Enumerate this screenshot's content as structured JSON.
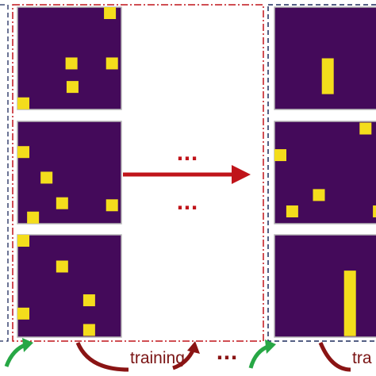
{
  "labels": {
    "training_1": "training",
    "training_2": "tra",
    "ellipsis_top": "···",
    "ellipsis_bottom": "···",
    "ellipsis_between": "···"
  },
  "colors": {
    "grid_background": "#440a5a",
    "cell": "#f4dd1c",
    "arrow_red": "#c0141a",
    "arrow_green": "#27a745",
    "arrow_maroon": "#8a1414",
    "box_red_dashed": "#c0141a",
    "box_navy_dashed": "#1c2a5c"
  },
  "icons": [
    "right-arrow-icon",
    "curved-arrow-icon"
  ],
  "panels_left": [
    {
      "cells": [
        [
          0.89,
          0.05
        ],
        [
          0.52,
          0.55
        ],
        [
          0.91,
          0.55
        ],
        [
          0.53,
          0.78
        ],
        [
          0.05,
          0.94
        ]
      ]
    },
    {
      "cells": [
        [
          0.05,
          0.3
        ],
        [
          0.28,
          0.55
        ],
        [
          0.43,
          0.8
        ],
        [
          0.91,
          0.82
        ],
        [
          0.15,
          0.94
        ]
      ]
    },
    {
      "cells": [
        [
          0.05,
          0.05
        ],
        [
          0.43,
          0.31
        ],
        [
          0.69,
          0.64
        ],
        [
          0.05,
          0.77
        ],
        [
          0.69,
          0.93
        ]
      ]
    }
  ],
  "panels_right": [
    {
      "cells": [],
      "bar": {
        "col": 0.48,
        "start": 0.5,
        "end": 0.85
      }
    },
    {
      "cells": [
        [
          0.82,
          0.07
        ],
        [
          0.05,
          0.33
        ],
        [
          0.4,
          0.72
        ],
        [
          0.16,
          0.88
        ],
        [
          0.94,
          0.88
        ]
      ]
    },
    {
      "cells": [],
      "bar": {
        "col": 0.68,
        "start": 0.35,
        "end": 0.99
      }
    }
  ]
}
